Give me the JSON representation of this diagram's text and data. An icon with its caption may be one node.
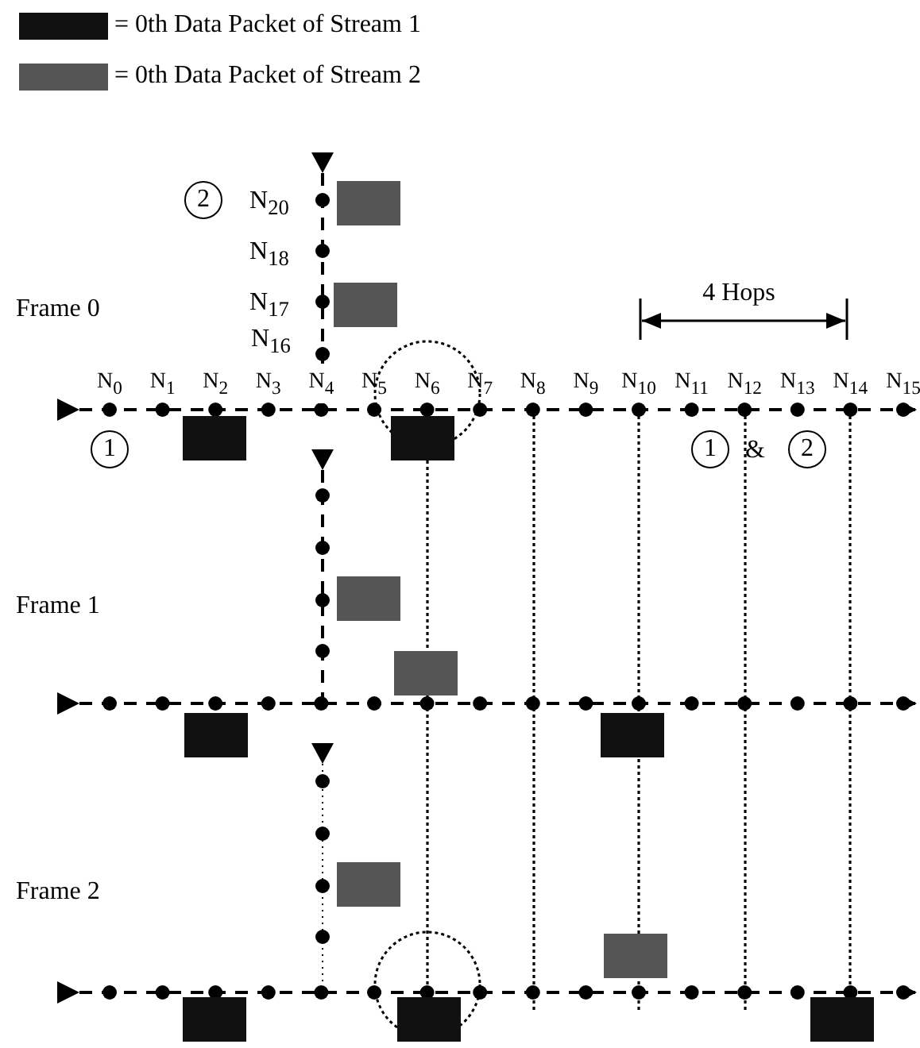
{
  "diagram": {
    "nodes": [
      {
        "text": [
          "2"
        ]
      },
      {
        "text": [
          "1"
        ]
      },
      {
        "text": [
          "1"
        ]
      },
      {
        "text": [
          "2"
        ]
      }
    ],
    "edges": [],
    "labels": [
      "N$_{20}$",
      "N$_{18}$",
      "4 Hops",
      "Frame 0",
      "N$_{17}$",
      "N$_{16}$",
      "N$_{0}$",
      "N$_{1}$",
      "N$_{2}$",
      "N$_{3}$",
      "N$_{4}$",
      "N$_{5}$",
      "N$_{6}$",
      "N$_{7}$",
      "N$_{8}$",
      "N$_{9}$",
      "N$_{10}$",
      "N$_{11}$",
      "N$_{12}$",
      "N$_{13}$",
      "N$_{14}$",
      "N$_{15}$",
      "&",
      "Frame 1",
      "Frame 2"
    ],
    "legend": [
      {
        "text": "= 0th Data Packet of Stream 1",
        "color": "#111111"
      },
      {
        "text": "= 0th Data Packet of Stream 2",
        "color": "#555555"
      }
    ]
  }
}
